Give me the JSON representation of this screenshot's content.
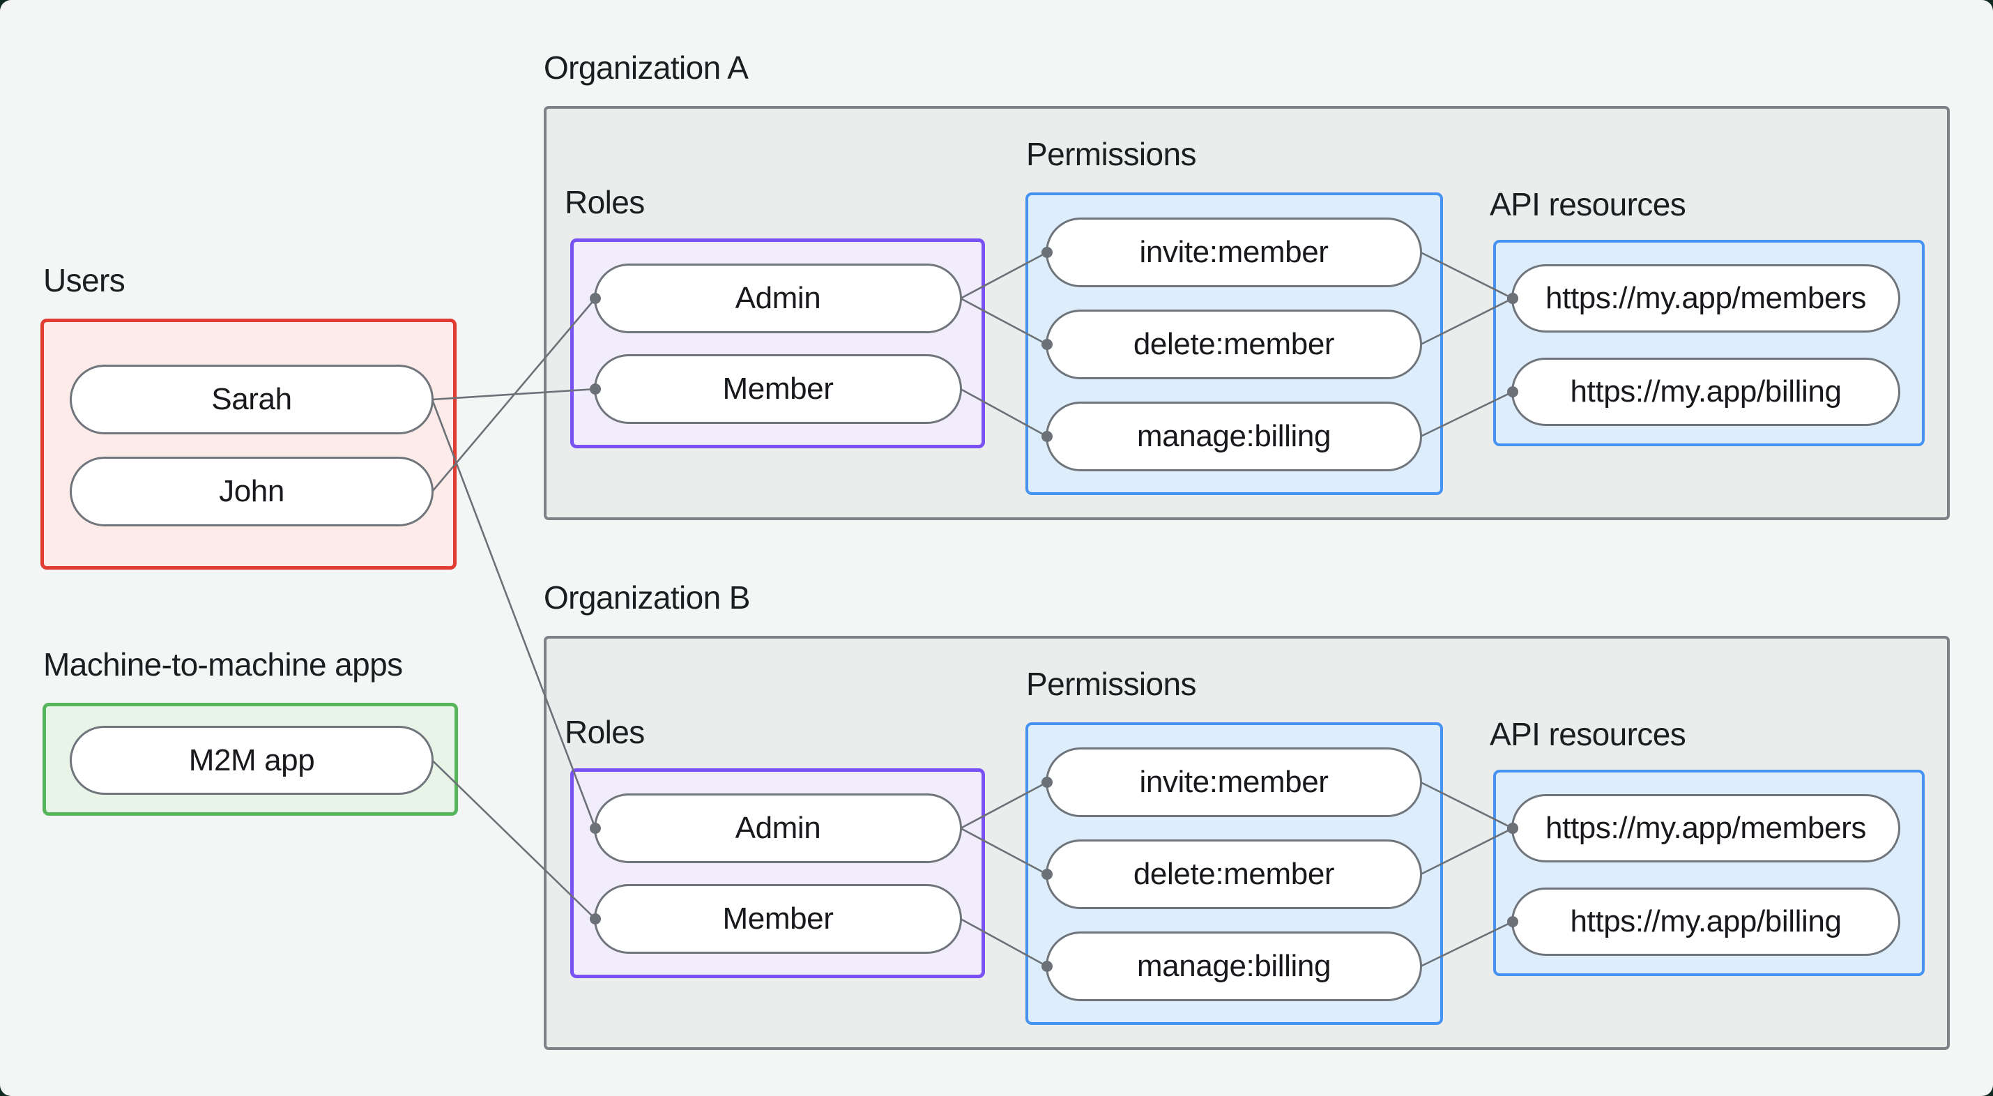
{
  "palette": {
    "canvas_bg": "#f4f6f5",
    "window_backdrop": "#0f2b21",
    "users_border": "#e03c31",
    "users_fill": "#fcebe9",
    "m2m_border": "#57b65c",
    "m2m_fill": "#e8f4e8",
    "org_border": "#7d8286",
    "org_fill": "#ebedec",
    "roles_border": "#7a52f4",
    "roles_fill": "#f2edfd",
    "blue_border": "#4693f2",
    "blue_fill": "#ddedfc",
    "pill_border": "#6f757b",
    "edge_color": "#6b7177",
    "text_color": "#1b1e21"
  },
  "users": {
    "label": "Users",
    "items": [
      {
        "id": "sarah",
        "label": "Sarah"
      },
      {
        "id": "john",
        "label": "John"
      }
    ]
  },
  "m2m": {
    "label": "Machine-to-machine apps",
    "items": [
      {
        "id": "m2m",
        "label": "M2M app"
      }
    ]
  },
  "orgs": [
    {
      "name": "Organization A",
      "roles": {
        "title": "Roles",
        "items": [
          {
            "id": "a-admin",
            "label": "Admin"
          },
          {
            "id": "a-member",
            "label": "Member"
          }
        ]
      },
      "permissions": {
        "title": "Permissions",
        "items": [
          {
            "id": "a-invite",
            "label": "invite:member"
          },
          {
            "id": "a-delete",
            "label": "delete:member"
          },
          {
            "id": "a-manage",
            "label": "manage:billing"
          }
        ]
      },
      "api": {
        "title": "API resources",
        "items": [
          {
            "id": "a-members",
            "label": "https://my.app/members"
          },
          {
            "id": "a-billing",
            "label": "https://my.app/billing"
          }
        ]
      }
    },
    {
      "name": "Organization B",
      "roles": {
        "title": "Roles",
        "items": [
          {
            "id": "b-admin",
            "label": "Admin"
          },
          {
            "id": "b-member",
            "label": "Member"
          }
        ]
      },
      "permissions": {
        "title": "Permissions",
        "items": [
          {
            "id": "b-invite",
            "label": "invite:member"
          },
          {
            "id": "b-delete",
            "label": "delete:member"
          },
          {
            "id": "b-manage",
            "label": "manage:billing"
          }
        ]
      },
      "api": {
        "title": "API resources",
        "items": [
          {
            "id": "b-members",
            "label": "https://my.app/members"
          },
          {
            "id": "b-billing",
            "label": "https://my.app/billing"
          }
        ]
      }
    }
  ],
  "edges": [
    {
      "from": "sarah",
      "to": "a-member"
    },
    {
      "from": "john",
      "to": "a-admin"
    },
    {
      "from": "sarah",
      "to": "b-admin"
    },
    {
      "from": "m2m",
      "to": "b-member"
    },
    {
      "from": "a-admin",
      "to": "a-invite"
    },
    {
      "from": "a-admin",
      "to": "a-delete"
    },
    {
      "from": "a-member",
      "to": "a-manage"
    },
    {
      "from": "a-invite",
      "to": "a-members"
    },
    {
      "from": "a-delete",
      "to": "a-members"
    },
    {
      "from": "a-manage",
      "to": "a-billing"
    },
    {
      "from": "b-admin",
      "to": "b-invite"
    },
    {
      "from": "b-admin",
      "to": "b-delete"
    },
    {
      "from": "b-member",
      "to": "b-manage"
    },
    {
      "from": "b-invite",
      "to": "b-members"
    },
    {
      "from": "b-delete",
      "to": "b-members"
    },
    {
      "from": "b-manage",
      "to": "b-billing"
    }
  ]
}
